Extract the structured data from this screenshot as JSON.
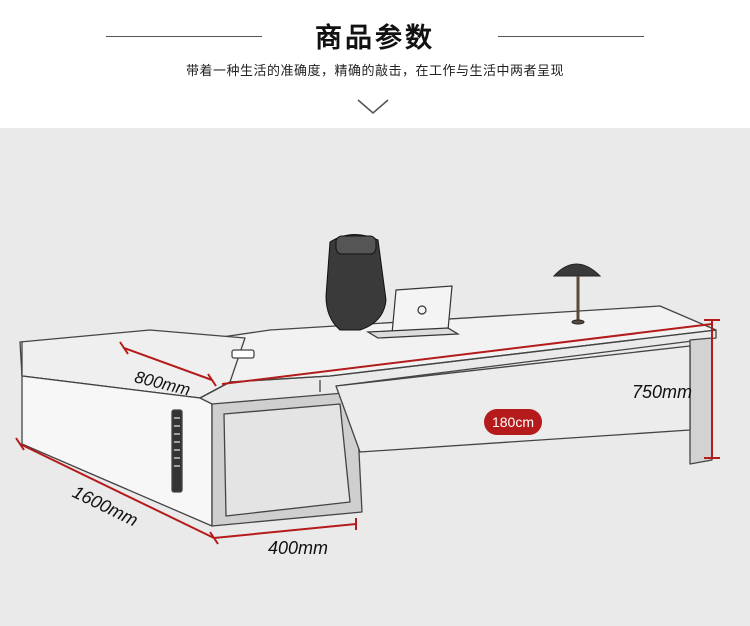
{
  "header": {
    "title": "商品参数",
    "subtitle": "带着一种生活的准确度，精确的敲击，在工作与生活中两者呈现"
  },
  "dimensions": {
    "depth_return": "800mm",
    "height": "750mm",
    "width_main": "180cm",
    "length_return": "1600mm",
    "width_return": "400mm"
  },
  "colors": {
    "accent": "#b51b1b",
    "background": "#eaeaea"
  },
  "icons": [
    "chevron-down-icon",
    "laptop-icon",
    "desk-lamp-icon",
    "office-chair-icon"
  ]
}
